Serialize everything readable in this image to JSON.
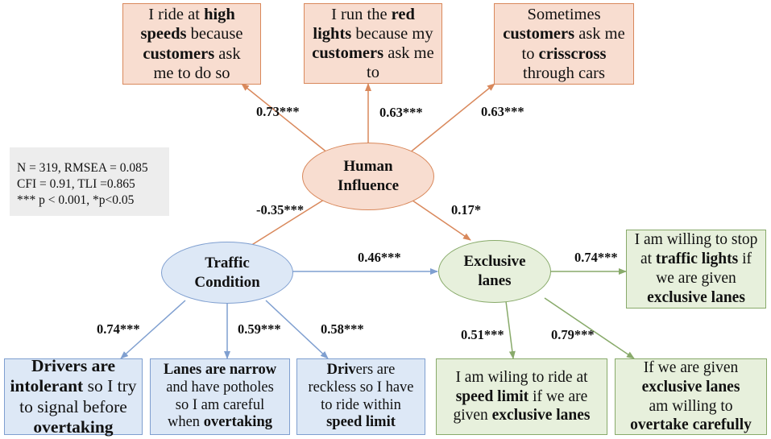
{
  "stats": [
    "N = 319, RMSEA = 0.085",
    "CFI = 0.91, TLI =0.865",
    "*** p < 0.001, *p<0.05"
  ],
  "latent": {
    "human_influence": [
      "Human",
      "Influence"
    ],
    "traffic_condition": [
      "Traffic",
      "Condition"
    ],
    "exclusive_lanes": [
      "Exclusive",
      "lanes"
    ]
  },
  "items": {
    "hi1": [
      [
        "I ride at ",
        false
      ],
      [
        "high",
        true
      ],
      [
        "|",
        false
      ],
      [
        "speeds",
        true
      ],
      [
        " because",
        false
      ],
      [
        "|",
        false
      ],
      [
        "customers",
        true
      ],
      [
        " ask",
        false
      ],
      [
        "|",
        false
      ],
      [
        "me to do so",
        false
      ]
    ],
    "hi2": [
      [
        "I run the ",
        false
      ],
      [
        "red",
        true
      ],
      [
        "|",
        false
      ],
      [
        "lights",
        true
      ],
      [
        " because my",
        false
      ],
      [
        "|",
        false
      ],
      [
        "customers",
        true
      ],
      [
        " ask me",
        false
      ],
      [
        "|",
        false
      ],
      [
        "to",
        false
      ]
    ],
    "hi3": [
      [
        "Sometimes",
        false
      ],
      [
        "|",
        false
      ],
      [
        "customers",
        true
      ],
      [
        " ask me",
        false
      ],
      [
        "|",
        false
      ],
      [
        "to ",
        false
      ],
      [
        "crisscross",
        true
      ],
      [
        "|",
        false
      ],
      [
        "through cars",
        false
      ]
    ],
    "tc1": [
      [
        "Drivers are",
        true
      ],
      [
        "|",
        false
      ],
      [
        "intolerant",
        true
      ],
      [
        " so I try",
        false
      ],
      [
        "|",
        false
      ],
      [
        "to signal before",
        false
      ],
      [
        "|",
        false
      ],
      [
        "overtaking",
        true
      ]
    ],
    "tc2": [
      [
        "Lanes are narrow",
        true
      ],
      [
        "|",
        false
      ],
      [
        "and have potholes",
        false
      ],
      [
        "|",
        false
      ],
      [
        "so I am careful",
        false
      ],
      [
        "|",
        false
      ],
      [
        "when ",
        false
      ],
      [
        "overtaking",
        true
      ]
    ],
    "tc3": [
      [
        "Driv",
        true
      ],
      [
        "ers are",
        false
      ],
      [
        "|",
        false
      ],
      [
        "reckless so I have",
        false
      ],
      [
        "|",
        false
      ],
      [
        "to ride within",
        false
      ],
      [
        "|",
        false
      ],
      [
        "speed limit",
        true
      ]
    ],
    "el1": [
      [
        "I am willing to stop",
        false
      ],
      [
        "|",
        false
      ],
      [
        "at ",
        false
      ],
      [
        "traffic lights",
        true
      ],
      [
        " if",
        false
      ],
      [
        "|",
        false
      ],
      [
        "we are given",
        false
      ],
      [
        "|",
        false
      ],
      [
        "exclusive lanes",
        true
      ]
    ],
    "el2": [
      [
        "I am wiling to ride at",
        false
      ],
      [
        "|",
        false
      ],
      [
        "speed limit",
        true
      ],
      [
        " if we are",
        false
      ],
      [
        "|",
        false
      ],
      [
        "given ",
        false
      ],
      [
        "exclusive lanes",
        true
      ]
    ],
    "el3": [
      [
        "If we are  given",
        false
      ],
      [
        "|",
        false
      ],
      [
        "exclusive lanes",
        true
      ],
      [
        "|",
        false
      ],
      [
        "am willing to",
        false
      ],
      [
        "|",
        false
      ],
      [
        "overtake carefully",
        true
      ]
    ]
  },
  "coefficients": {
    "hi_1": "0.73***",
    "hi_2": "0.63***",
    "hi_3": "0.63***",
    "hi_tc": "-0.35***",
    "hi_el": "0.17*",
    "tc_el": "0.46***",
    "tc_1": "0.74***",
    "tc_2": "0.59***",
    "tc_3": "0.58***",
    "el_1": "0.74***",
    "el_2": "0.51***",
    "el_3": "0.79***"
  },
  "colors": {
    "orange_line": "#d9885b",
    "blue_line": "#7f9fd0",
    "green_line": "#88aa6a"
  }
}
